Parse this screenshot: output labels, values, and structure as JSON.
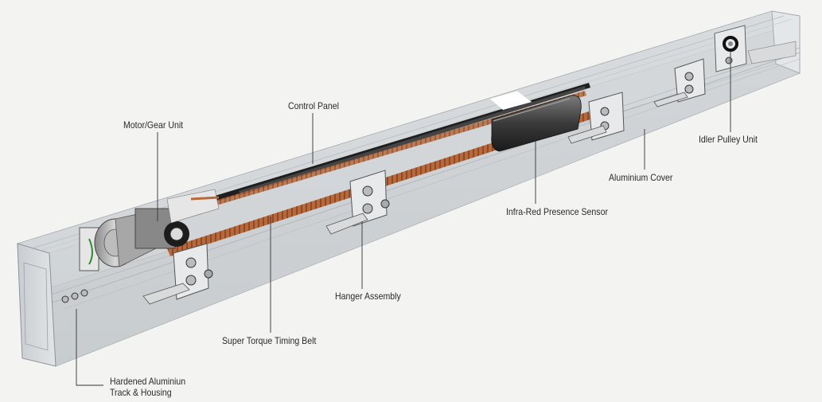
{
  "diagram": {
    "labels": {
      "control_panel": "Control Panel",
      "motor_gear_unit": "Motor/Gear Unit",
      "idler_pulley_unit": "Idler Pulley Unit",
      "aluminium_cover": "Aluminium Cover",
      "infra_red_sensor": "Infra-Red Presence Sensor",
      "hanger_assembly": "Hanger Assembly",
      "timing_belt": "Super Torque Timing Belt",
      "track_housing_line1": "Hardened Aluminiun",
      "track_housing_line2": "Track & Housing"
    },
    "colors": {
      "housing": "#dfe2e4",
      "housing_shadow": "#c8ccd0",
      "belt": "#b8693c",
      "track": "#1e1e1e",
      "leader_line": "#333333",
      "background": "#f3f3f2"
    }
  }
}
